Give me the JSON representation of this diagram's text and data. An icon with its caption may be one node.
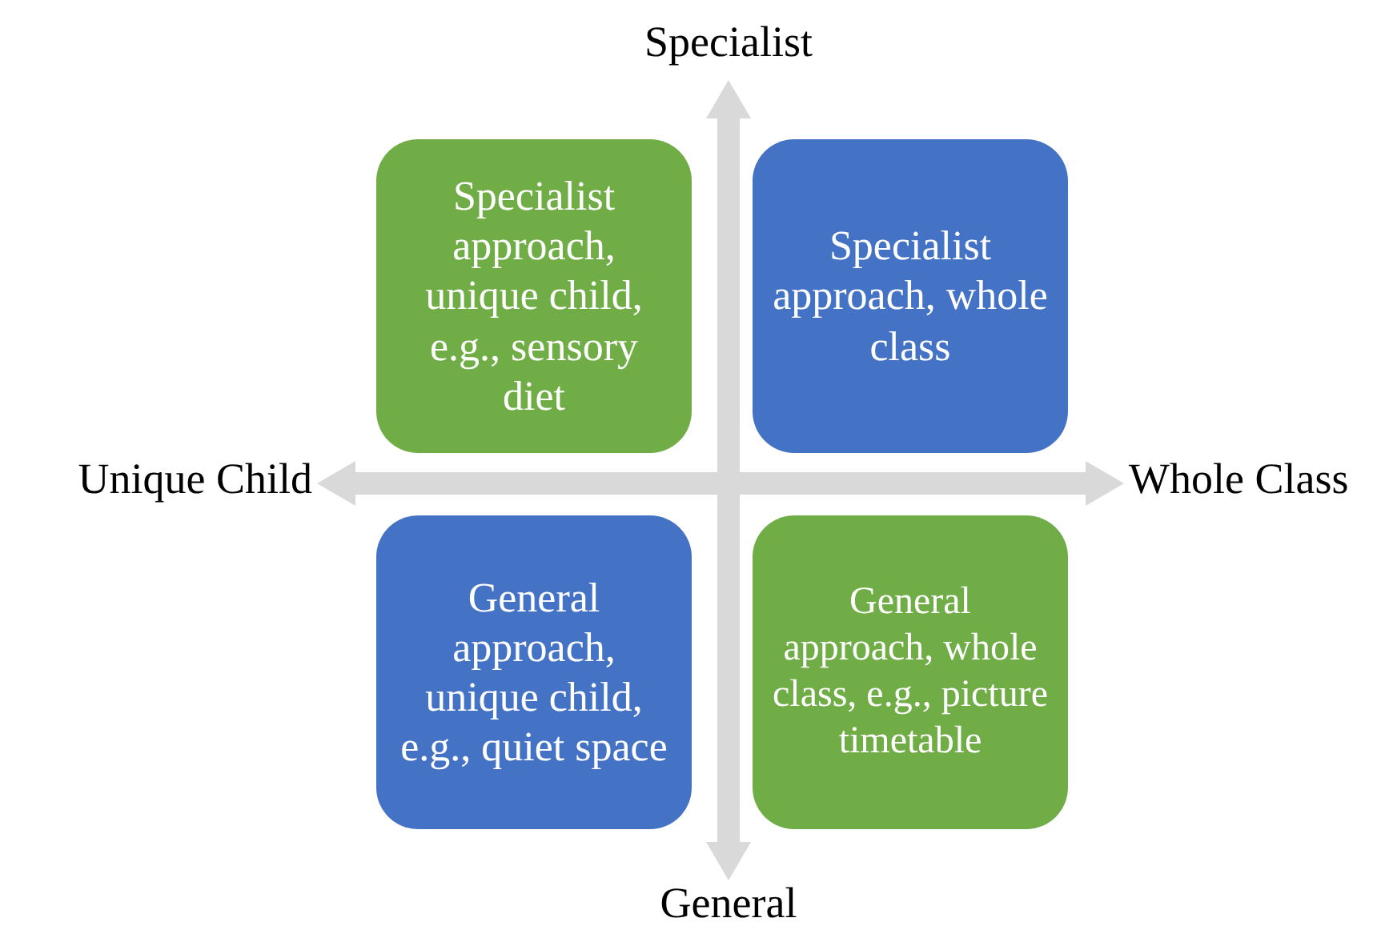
{
  "diagram": {
    "nodes": [
      {
        "text": [
          "Specialist approach, unique child, e.g., sensory diet"
        ]
      },
      {
        "text": [
          "Specialist approach, whole class"
        ]
      },
      {
        "text": [
          "General approach, unique child, e.g., quiet space"
        ]
      },
      {
        "text": [
          "General approach, whole class, e.g., picture timetable"
        ]
      }
    ],
    "labels": [
      "Specialist",
      "Unique Child",
      "Whole Class",
      "General"
    ]
  }
}
